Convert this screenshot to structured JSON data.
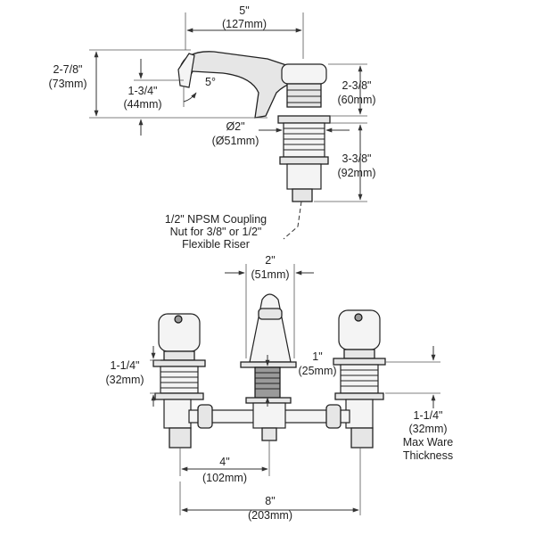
{
  "side_view": {
    "spout_reach": "5\"",
    "spout_reach_mm": "(127mm)",
    "overall_height": "2-7/8\"",
    "overall_height_mm": "(73mm)",
    "spout_height": "1-3/4\"",
    "spout_height_mm": "(44mm)",
    "angle": "5°",
    "handle_height": "2-3/8\"",
    "handle_height_mm": "(60mm)",
    "shank_dia": "Ø2\"",
    "shank_dia_mm": "(Ø51mm)",
    "shank_length": "3-3/8\"",
    "shank_length_mm": "(92mm)",
    "note_line1": "1/2\" NPSM Coupling",
    "note_line2": "Nut for 3/8\" or 1/2\"",
    "note_line3": "Flexible Riser"
  },
  "front_view": {
    "spout_width": "2\"",
    "spout_width_mm": "(51mm)",
    "spout_shank": "1\"",
    "spout_shank_mm": "(25mm)",
    "handle_shank": "1-1/4\"",
    "handle_shank_mm": "(32mm)",
    "ware_thickness": "1-1/4\"",
    "ware_thickness_mm": "(32mm)",
    "ware_note_line1": "Max Ware",
    "ware_note_line2": "Thickness",
    "half_spread": "4\"",
    "half_spread_mm": "(102mm)",
    "spread": "8\"",
    "spread_mm": "(203mm)"
  }
}
